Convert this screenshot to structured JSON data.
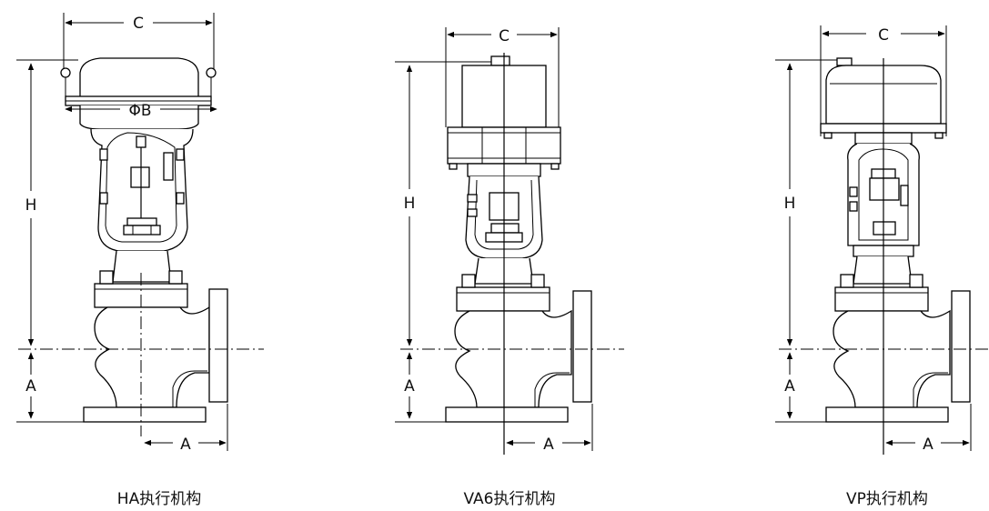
{
  "labels": {
    "c": "C",
    "h": "H",
    "a": "A",
    "phi_b": "ΦB"
  },
  "captions": {
    "ha": "HA执行机构",
    "va6": "VA6执行机构",
    "vp": "VP执行机构"
  }
}
